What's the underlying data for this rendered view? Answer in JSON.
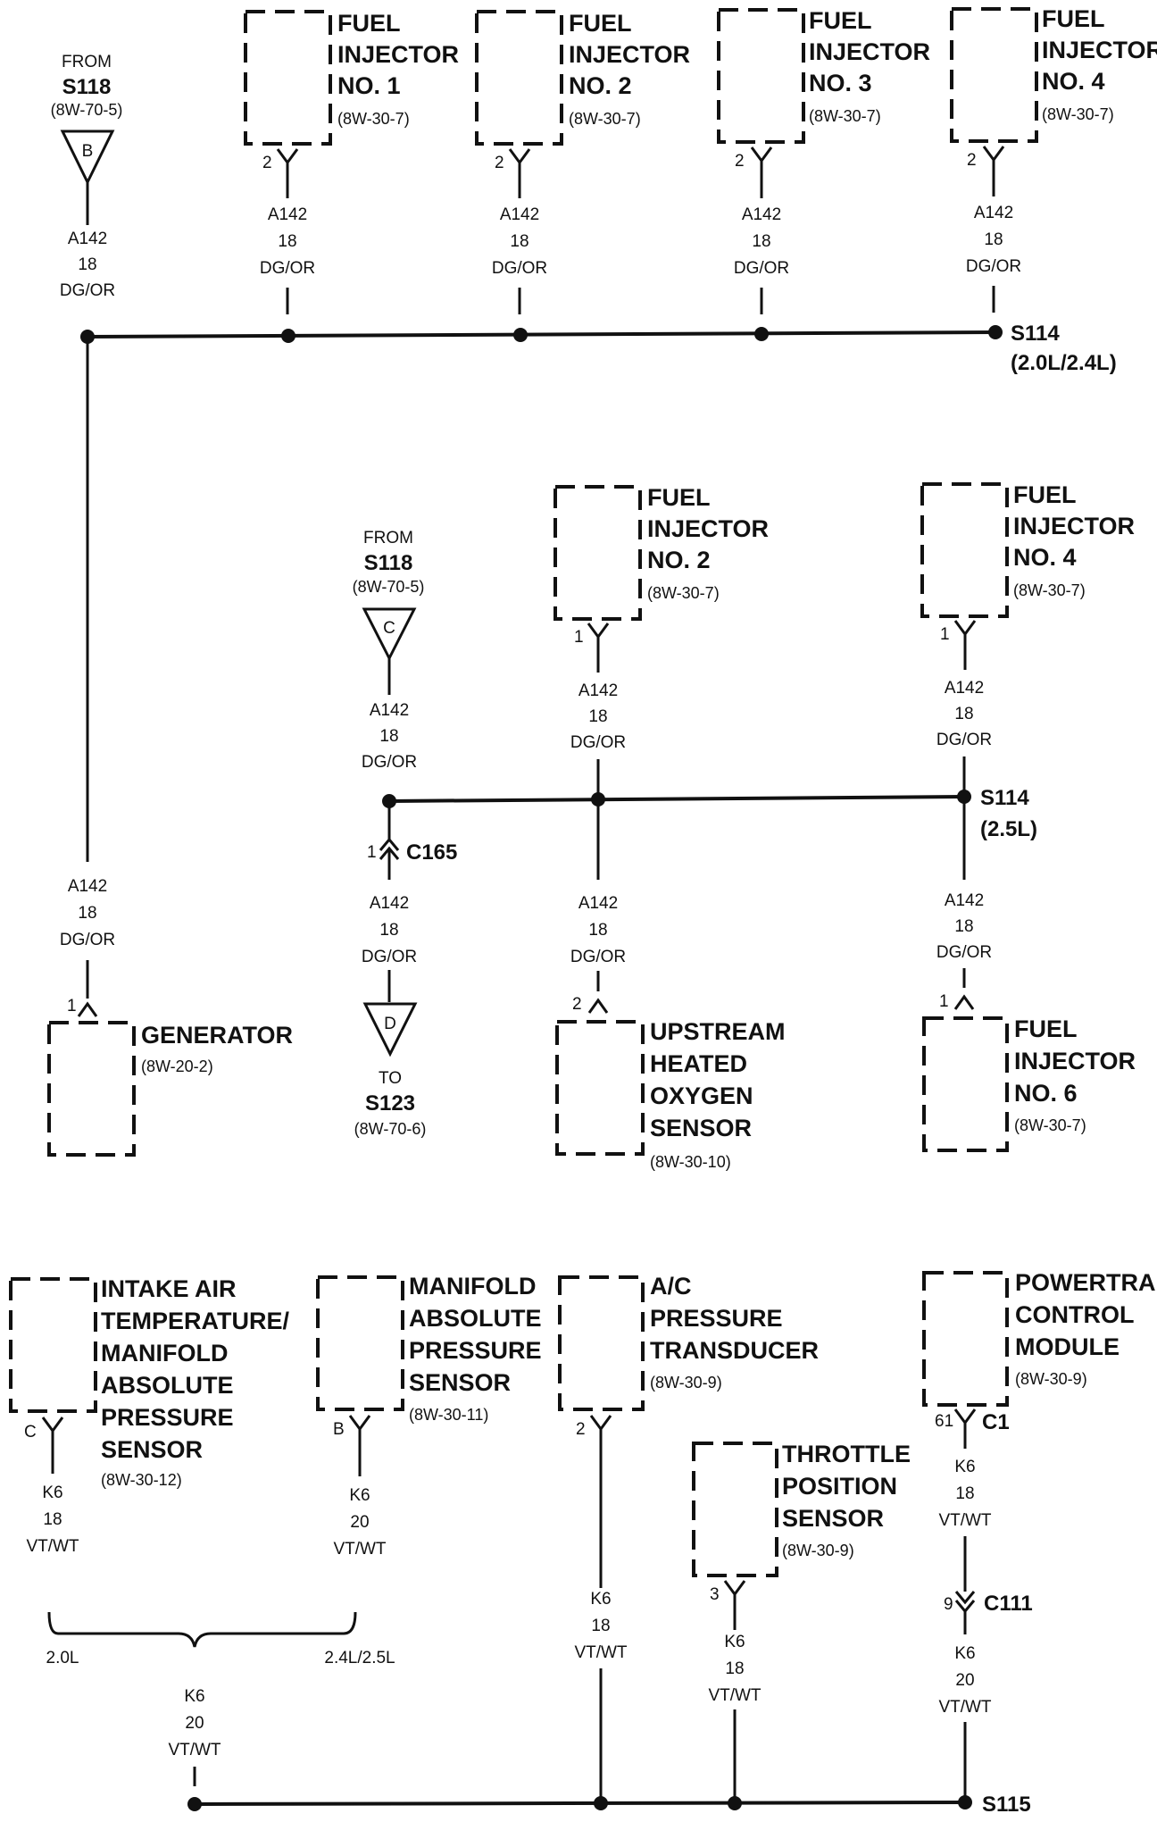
{
  "section1": {
    "from_s118": {
      "from": "FROM",
      "splice": "S118",
      "ref": "(8W-70-5)",
      "letter": "B",
      "wire": [
        "A142",
        "18",
        "DG/OR"
      ]
    },
    "injectors": [
      {
        "title": [
          "FUEL",
          "INJECTOR",
          "NO. 1"
        ],
        "ref": "(8W-30-7)",
        "pin": "2",
        "wire": [
          "A142",
          "18",
          "DG/OR"
        ]
      },
      {
        "title": [
          "FUEL",
          "INJECTOR",
          "NO. 2"
        ],
        "ref": "(8W-30-7)",
        "pin": "2",
        "wire": [
          "A142",
          "18",
          "DG/OR"
        ]
      },
      {
        "title": [
          "FUEL",
          "INJECTOR",
          "NO. 3"
        ],
        "ref": "(8W-30-7)",
        "pin": "2",
        "wire": [
          "A142",
          "18",
          "DG/OR"
        ]
      },
      {
        "title": [
          "FUEL",
          "INJECTOR",
          "NO. 4"
        ],
        "ref": "(8W-30-7)",
        "pin": "2",
        "wire": [
          "A142",
          "18",
          "DG/OR"
        ]
      }
    ],
    "splice": {
      "name": "S114",
      "variant": "(2.0L/2.4L)"
    },
    "generator_wire": [
      "A142",
      "18",
      "DG/OR"
    ],
    "generator": {
      "title": [
        "GENERATOR"
      ],
      "ref": "(8W-20-2)",
      "pin": "1"
    }
  },
  "section2": {
    "from_s118": {
      "from": "FROM",
      "splice": "S118",
      "ref": "(8W-70-5)",
      "letter": "C",
      "wire": [
        "A142",
        "18",
        "DG/OR"
      ]
    },
    "inj2": {
      "title": [
        "FUEL",
        "INJECTOR",
        "NO. 2"
      ],
      "ref": "(8W-30-7)",
      "pin": "1",
      "wire": [
        "A142",
        "18",
        "DG/OR"
      ]
    },
    "inj4": {
      "title": [
        "FUEL",
        "INJECTOR",
        "NO. 4"
      ],
      "ref": "(8W-30-7)",
      "pin": "1",
      "wire": [
        "A142",
        "18",
        "DG/OR"
      ]
    },
    "splice": {
      "name": "S114",
      "variant": "(2.5L)"
    },
    "connector": {
      "pin": "1",
      "name": "C165"
    },
    "to_s123": {
      "wire": [
        "A142",
        "18",
        "DG/OR"
      ],
      "letter": "D",
      "to": "TO",
      "splice": "S123",
      "ref": "(8W-70-6)"
    },
    "o2": {
      "title": [
        "UPSTREAM",
        "HEATED",
        "OXYGEN",
        "SENSOR"
      ],
      "ref": "(8W-30-10)",
      "pin": "2",
      "wire": [
        "A142",
        "18",
        "DG/OR"
      ]
    },
    "inj6": {
      "title": [
        "FUEL",
        "INJECTOR",
        "NO. 6"
      ],
      "ref": "(8W-30-7)",
      "pin": "1",
      "wire": [
        "A142",
        "18",
        "DG/OR"
      ]
    }
  },
  "section3": {
    "iat": {
      "title": [
        "INTAKE AIR",
        "TEMPERATURE/",
        "MANIFOLD",
        "ABSOLUTE",
        "PRESSURE",
        "SENSOR"
      ],
      "ref": "(8W-30-12)",
      "pin": "C",
      "wire": [
        "K6",
        "18",
        "VT/WT"
      ],
      "variant": "2.0L"
    },
    "map": {
      "title": [
        "MANIFOLD",
        "ABSOLUTE",
        "PRESSURE",
        "SENSOR"
      ],
      "ref": "(8W-30-11)",
      "pin": "B",
      "wire": [
        "K6",
        "20",
        "VT/WT"
      ],
      "variant": "2.4L/2.5L"
    },
    "merged_wire": [
      "K6",
      "20",
      "VT/WT"
    ],
    "ac": {
      "title": [
        "A/C",
        "PRESSURE",
        "TRANSDUCER"
      ],
      "ref": "(8W-30-9)",
      "pin": "2",
      "wire": [
        "K6",
        "18",
        "VT/WT"
      ]
    },
    "tps": {
      "title": [
        "THROTTLE",
        "POSITION",
        "SENSOR"
      ],
      "ref": "(8W-30-9)",
      "pin": "3",
      "wire": [
        "K6",
        "18",
        "VT/WT"
      ]
    },
    "pcm": {
      "title": [
        "POWERTRAIN",
        "CONTROL",
        "MODULE"
      ],
      "ref": "(8W-30-9)",
      "pin": "61",
      "connector": "C1",
      "wire": [
        "K6",
        "18",
        "VT/WT"
      ]
    },
    "c111": {
      "pin": "9",
      "name": "C111",
      "wire": [
        "K6",
        "20",
        "VT/WT"
      ]
    },
    "splice": {
      "name": "S115"
    }
  }
}
